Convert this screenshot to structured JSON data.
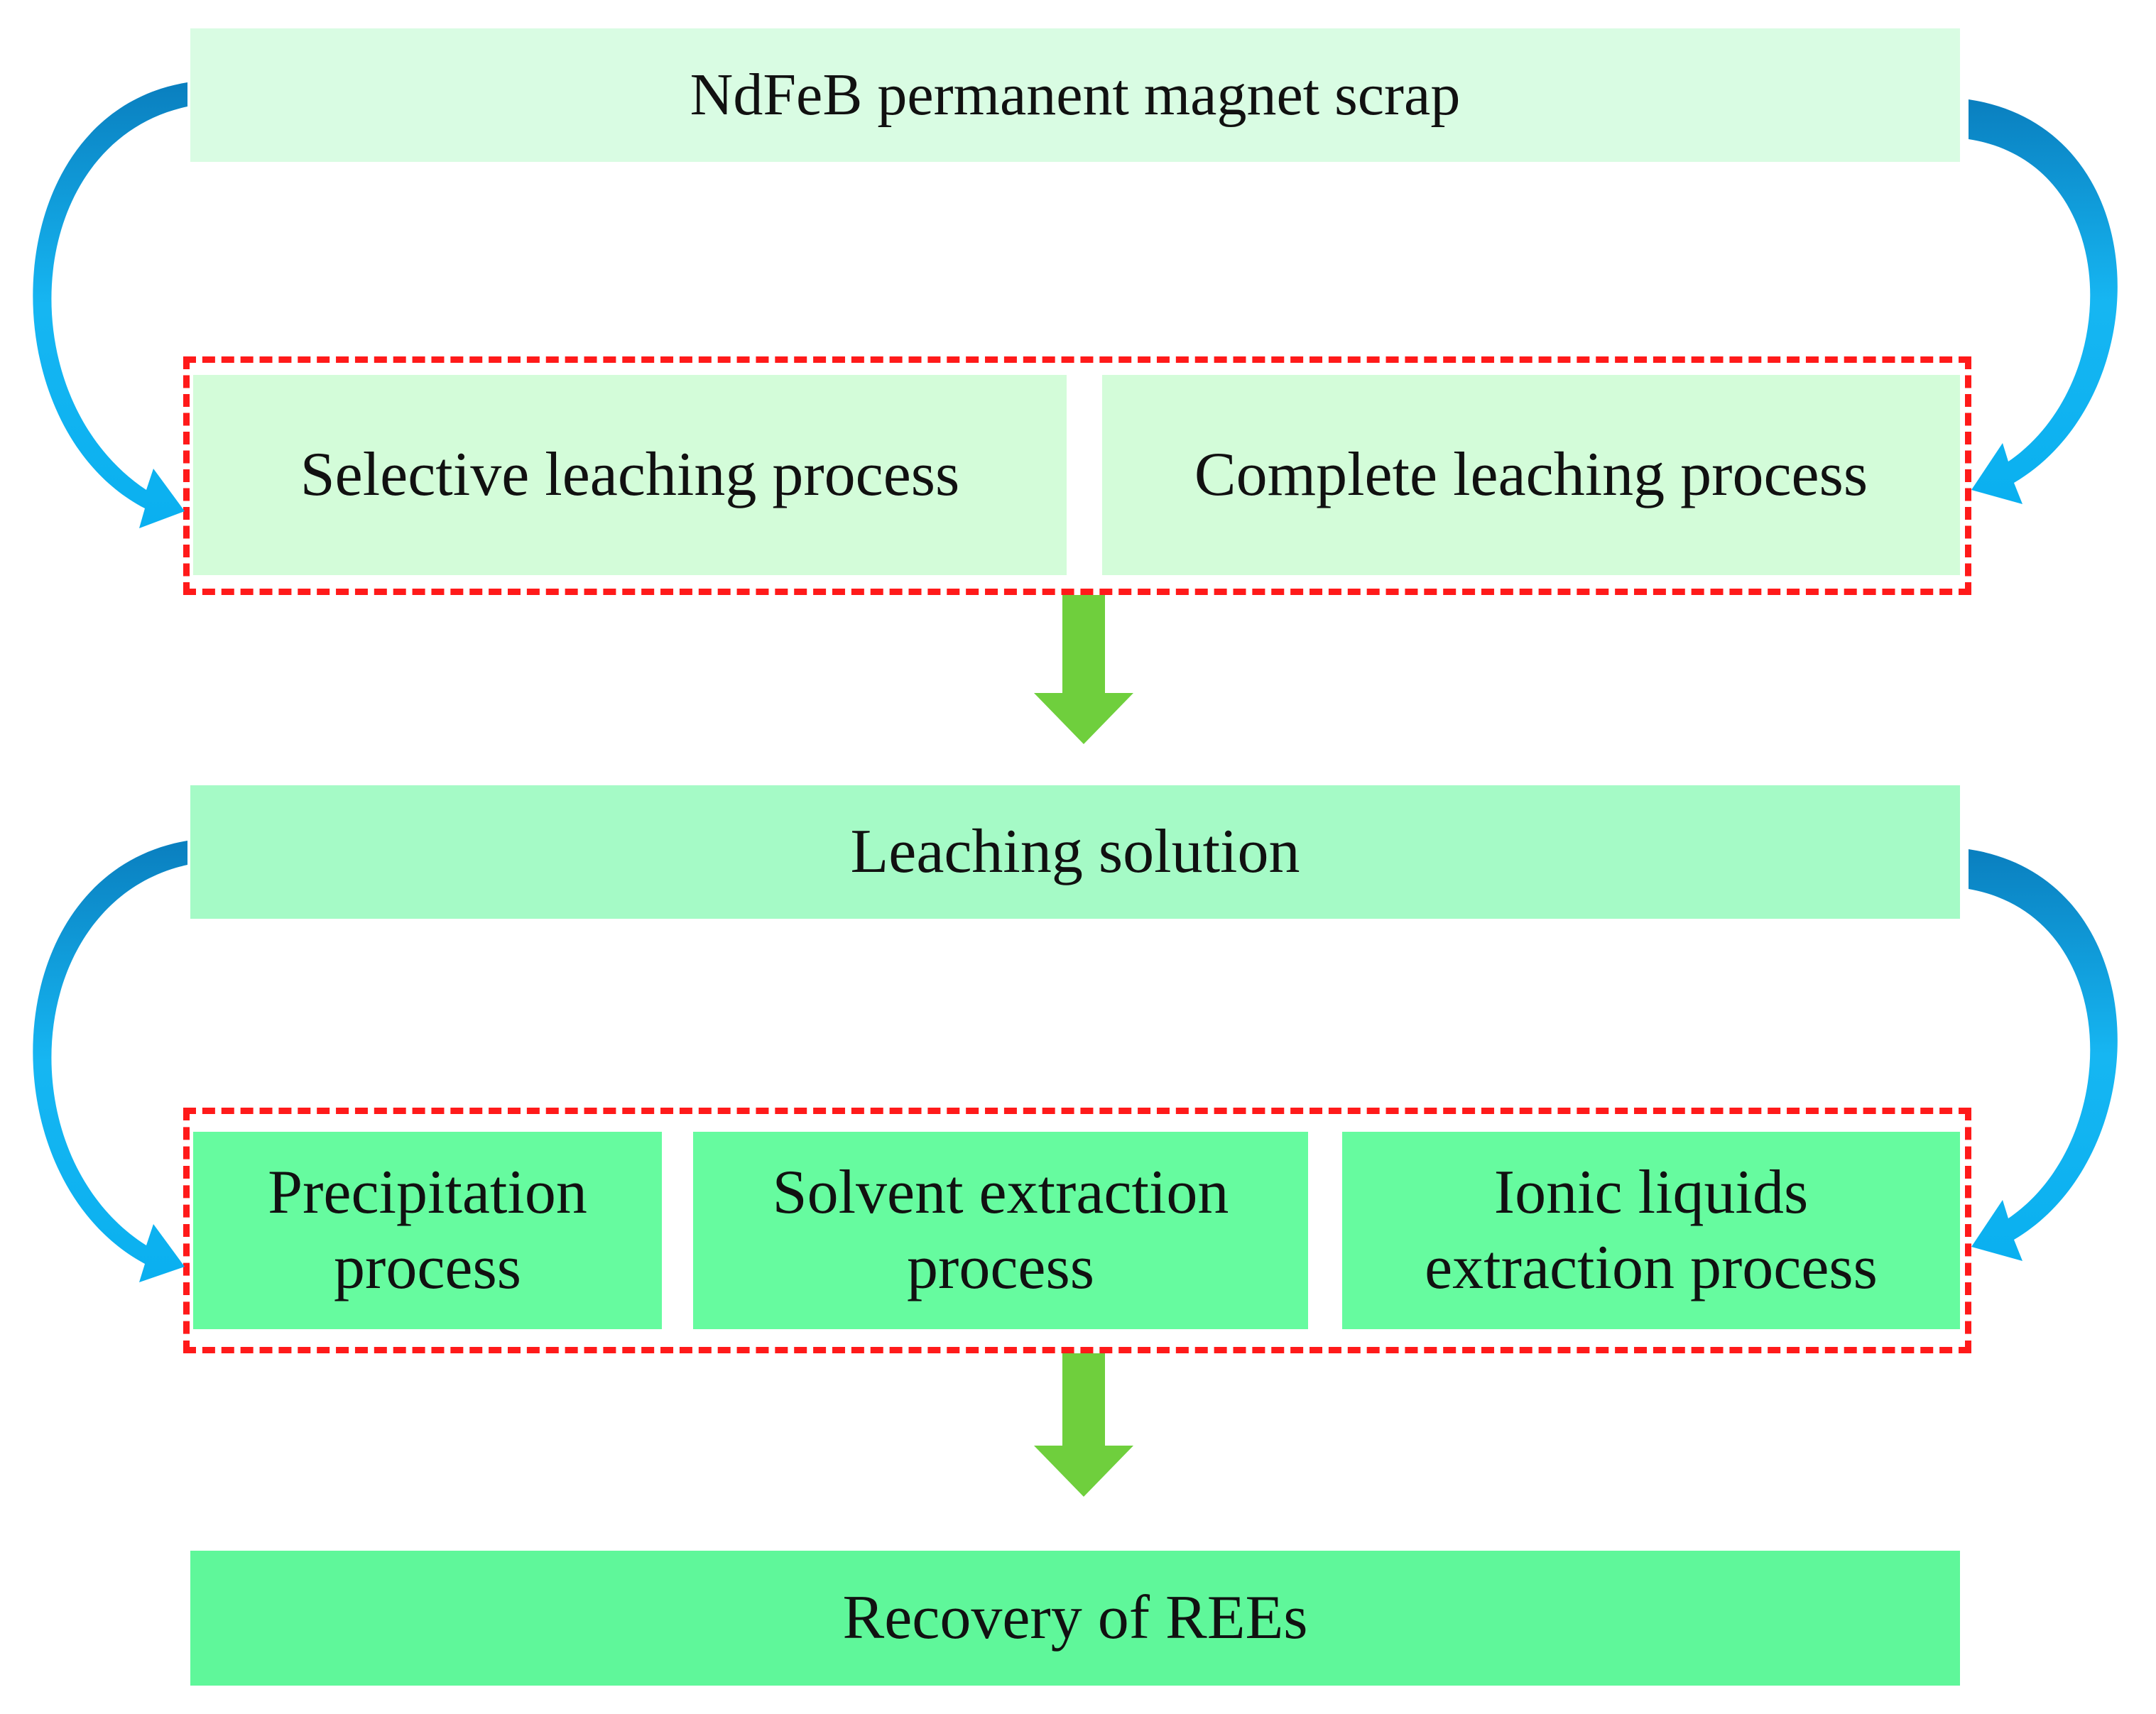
{
  "nodes": {
    "source": "NdFeB permanent magnet scrap",
    "selective_leaching": "Selective leaching process",
    "complete_leaching": "Complete leaching process",
    "leaching_solution": "Leaching solution",
    "precipitation": "Precipitation\nprocess",
    "solvent_extraction": "Solvent extraction\nprocess",
    "ionic_liquids": "Ionic liquids\nextraction process",
    "recovery": "Recovery of REEs"
  },
  "colors": {
    "source_fill": "#d9fce3",
    "leaching_fill": "#d3fcd9",
    "solution_fill": "#a5fac6",
    "extraction_fill": "#66fb9f",
    "recovery_fill": "#5ff79a",
    "dashed_border": "#ff1a1a",
    "curved_arrow_dark": "#0a7fbf",
    "curved_arrow_light": "#16b6f2",
    "down_arrow": "#6fcf3d"
  }
}
